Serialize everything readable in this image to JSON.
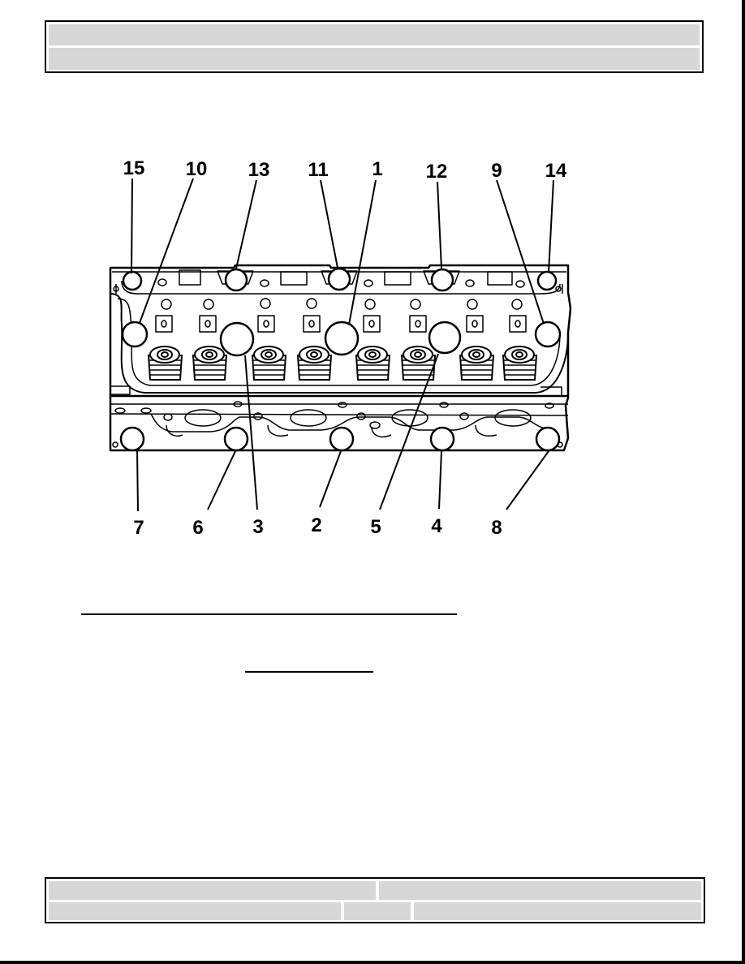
{
  "header": {
    "title": "",
    "subtitle": ""
  },
  "diagram": {
    "subject": "cylinder head bolt tightening sequence",
    "callouts_top": [
      "15",
      "10",
      "13",
      "11",
      "1",
      "12",
      "9",
      "14"
    ],
    "callouts_bottom": [
      "7",
      "6",
      "3",
      "2",
      "5",
      "4",
      "8"
    ]
  },
  "footer": {
    "row1": {
      "left": "",
      "right": ""
    },
    "row2": {
      "left": "",
      "middle": "",
      "right": ""
    }
  },
  "colors": {
    "line": "#000000",
    "band": "#d7d7d7",
    "background": "#ffffff"
  }
}
